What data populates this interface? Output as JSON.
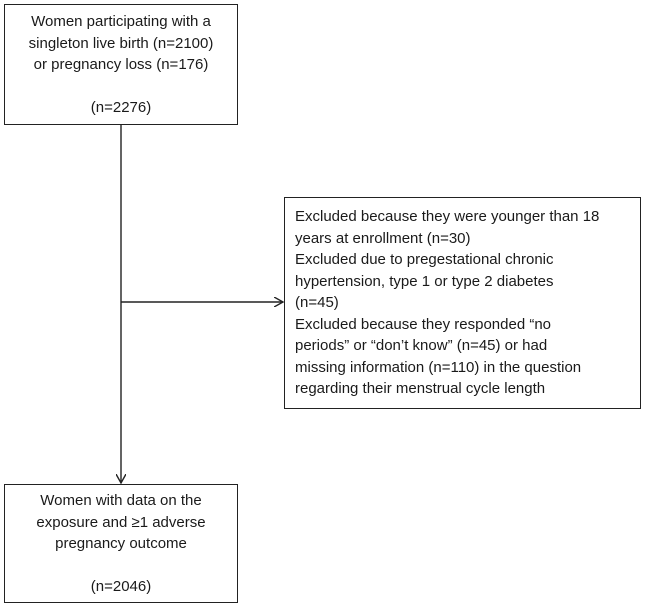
{
  "flowchart": {
    "top_box": {
      "lines": [
        "Women participating with a",
        "singleton live birth (n=2100)",
        "or pregnancy loss (n=176)"
      ],
      "total": "(n=2276)"
    },
    "excluded_box": {
      "lines": [
        "Excluded because they were younger than 18",
        "years at enrollment (n=30)",
        "Excluded due to pregestational chronic",
        "hypertension, type 1 or type 2 diabetes",
        "(n=45)",
        "Excluded because they responded “no",
        "periods” or “don’t know” (n=45) or had",
        "missing information (n=110) in the question",
        "regarding their menstrual cycle length"
      ]
    },
    "bottom_box": {
      "lines": [
        "Women with data on the",
        "exposure and ≥1 adverse",
        "pregnancy outcome"
      ],
      "total": "(n=2046)"
    }
  }
}
